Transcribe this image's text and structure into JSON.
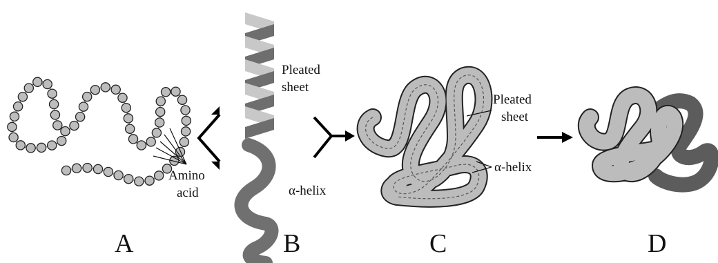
{
  "panels": {
    "a": {
      "letter": "A",
      "amino_label_line1": "Amino",
      "amino_label_line2": "acid"
    },
    "b": {
      "letter": "B",
      "sheet_line1": "Pleated",
      "sheet_line2": "sheet",
      "helix": "α-helix"
    },
    "c": {
      "letter": "C",
      "sheet_line1": "Pleated",
      "sheet_line2": "sheet",
      "helix": "α-helix"
    },
    "d": {
      "letter": "D"
    }
  },
  "colors": {
    "bead": "#bdbdbd",
    "outline": "#222222",
    "sheet_dark": "#6e6e6e",
    "sheet_light": "#c8c8c8",
    "helix": "#707070",
    "tube_light": "#bcbcbc",
    "tube_dark": "#5c5c5c"
  }
}
